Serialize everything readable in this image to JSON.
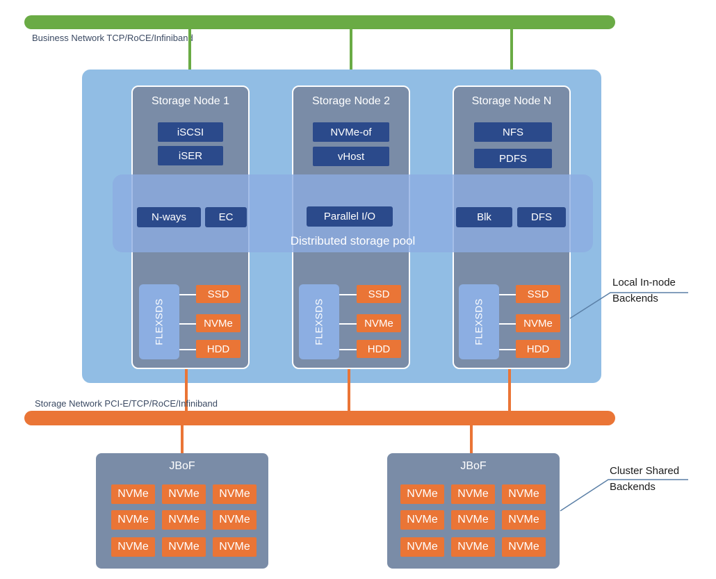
{
  "business_network": {
    "label": "Business Network TCP/RoCE/Infiniband"
  },
  "storage_network": {
    "label": "Storage Network PCI-E/TCP/RoCE/Infiniband"
  },
  "pool": {
    "label": "Distributed storage pool"
  },
  "nodes": [
    {
      "title": "Storage Node 1",
      "protocols": [
        "iSCSI",
        "iSER"
      ],
      "features": [
        "N-ways",
        "EC"
      ],
      "engine": "FLEXSDS",
      "disks": [
        "SSD",
        "NVMe",
        "HDD"
      ]
    },
    {
      "title": "Storage Node 2",
      "protocols": [
        "NVMe-of",
        "vHost"
      ],
      "features": [
        "Parallel I/O"
      ],
      "engine": "FLEXSDS",
      "disks": [
        "SSD",
        "NVMe",
        "HDD"
      ]
    },
    {
      "title": "Storage Node N",
      "protocols": [
        "NFS",
        "PDFS"
      ],
      "features": [
        "Blk",
        "DFS"
      ],
      "engine": "FLEXSDS",
      "disks": [
        "SSD",
        "NVMe",
        "HDD"
      ]
    }
  ],
  "jbofs": [
    {
      "title": "JBoF",
      "drives": [
        "NVMe",
        "NVMe",
        "NVMe",
        "NVMe",
        "NVMe",
        "NVMe",
        "NVMe",
        "NVMe",
        "NVMe"
      ]
    },
    {
      "title": "JBoF",
      "drives": [
        "NVMe",
        "NVMe",
        "NVMe",
        "NVMe",
        "NVMe",
        "NVMe",
        "NVMe",
        "NVMe",
        "NVMe"
      ]
    }
  ],
  "callouts": {
    "local": {
      "line1": "Local In-node",
      "line2": "Backends"
    },
    "shared": {
      "line1": "Cluster Shared",
      "line2": "Backends"
    }
  },
  "colors": {
    "business_network": "#6aab45",
    "storage_network": "#ea7536",
    "cluster_bg": "#91bde4",
    "node_bg": "#7a8ca7",
    "protocol_box": "#2b4a8b",
    "disk": "#ea7536"
  }
}
